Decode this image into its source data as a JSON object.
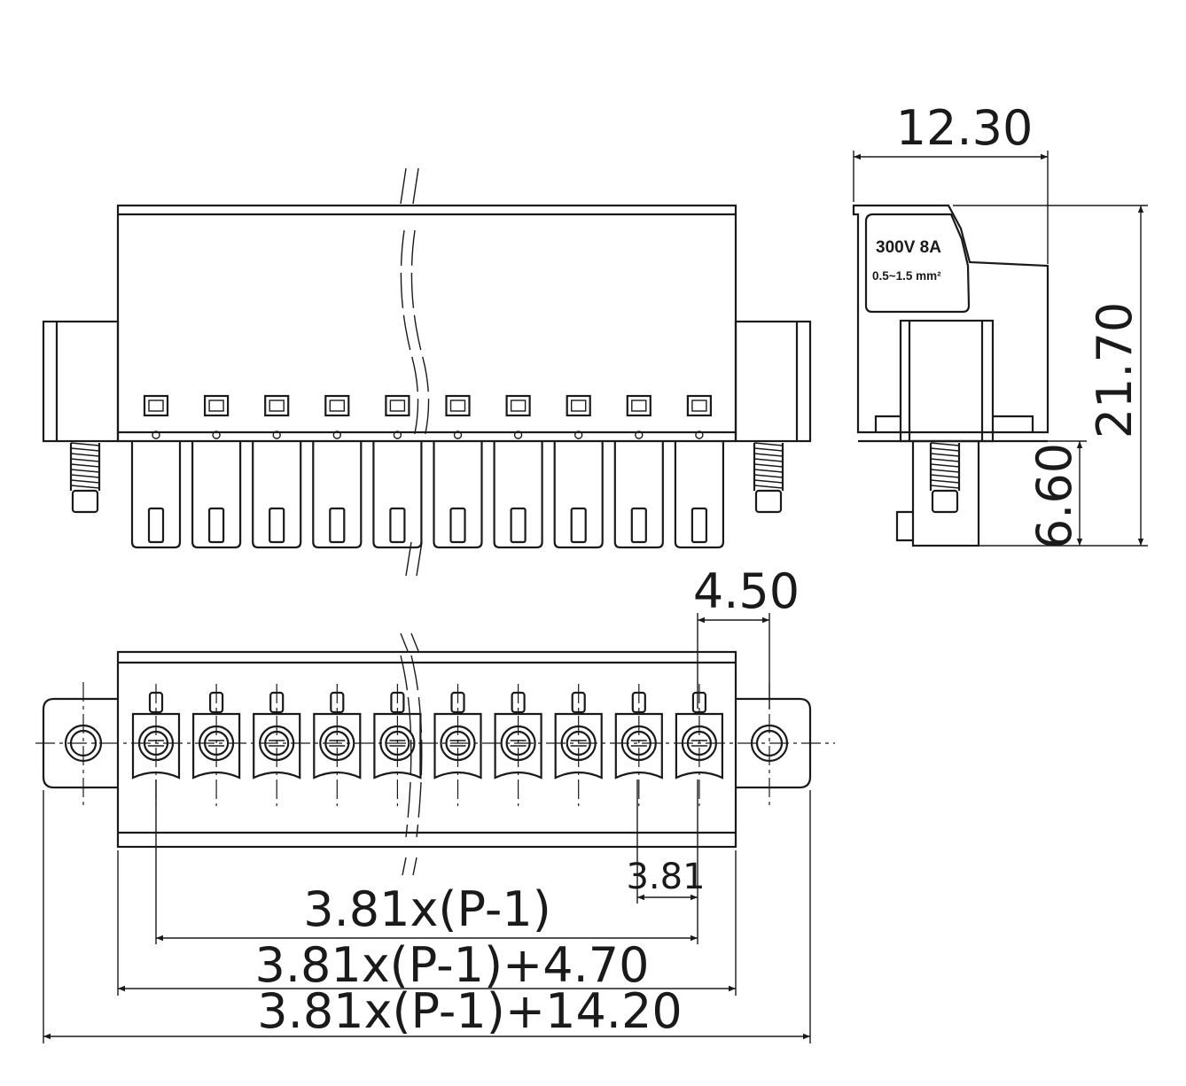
{
  "drawing": {
    "label_rating": "300V 8A",
    "label_wire": "0.5~1.5 mm²",
    "pole_count_shown": 10
  },
  "dimensions": {
    "side_width": "12.30",
    "side_height": "21.70",
    "pin_length": "6.60",
    "flange_offset": "4.50",
    "pitch": "3.81",
    "pitch_span": "3.81x(P-1)",
    "body_length": "3.81x(P-1)+4.70",
    "overall_length": "3.81x(P-1)+14.20"
  }
}
